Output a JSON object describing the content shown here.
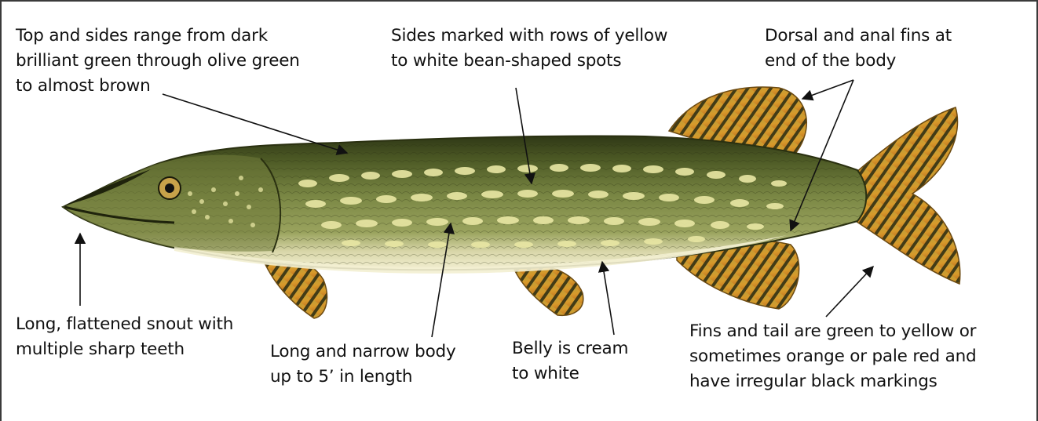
{
  "diagram": {
    "annotations": [
      {
        "id": "color",
        "text": "Top and sides range from dark\nbrilliant green through olive green\nto almost brown"
      },
      {
        "id": "spots",
        "text": "Sides marked with rows of yellow\nto white bean-shaped spots"
      },
      {
        "id": "fins",
        "text": "Dorsal and anal fins at\nend of the body"
      },
      {
        "id": "snout",
        "text": "Long, flattened snout with\nmultiple sharp teeth"
      },
      {
        "id": "body",
        "text": "Long and narrow body\nup to 5’ in length"
      },
      {
        "id": "belly",
        "text": "Belly is cream\nto white"
      },
      {
        "id": "tail",
        "text": "Fins and tail are green to yellow or\nsometimes orange or pale red and\nhave irregular black markings"
      }
    ],
    "colors": {
      "body_dark": "#3f4a1f",
      "body_mid": "#6f7a3a",
      "body_flank": "#8f9a55",
      "spot": "#e9e7a4",
      "belly": "#f3efd2",
      "fin_base": "#d19a2a",
      "fin_stripe": "#2a2a12",
      "arrow": "#111111"
    }
  }
}
